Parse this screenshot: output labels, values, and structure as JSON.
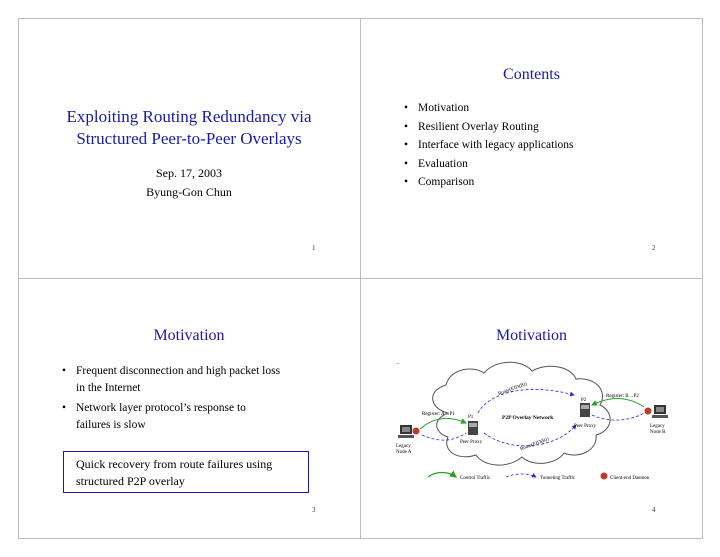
{
  "slide1": {
    "title_line1": "Exploiting Routing Redundancy via",
    "title_line2": "Structured Peer-to-Peer Overlays",
    "date": "Sep. 17, 2003",
    "author": "Byung-Gon Chun",
    "page": "1"
  },
  "slide2": {
    "title": "Contents",
    "items": [
      "Motivation",
      "Resilient Overlay Routing",
      "Interface with legacy applications",
      "Evaluation",
      "Comparison"
    ],
    "page": "2"
  },
  "slide3": {
    "title": "Motivation",
    "bullets": [
      {
        "line1": "Frequent disconnection and high packet loss",
        "line2": "in the Internet"
      },
      {
        "line1": "Network layer protocol’s response to",
        "line2": "failures is slow"
      }
    ],
    "callout_line1": "Quick recovery from route failures using",
    "callout_line2": "structured P2P overlay",
    "page": "3"
  },
  "slide4": {
    "title": "Motivation",
    "diagram": {
      "dash_mark": "–",
      "route_label_top": "Route(EID(B))",
      "route_label_bottom": "Route(EID(B))",
      "region_right": "Register: B→P2",
      "region_left": "Register: A→P1",
      "network_label": "P2P Overlay Network",
      "p1_label": "P1",
      "p2_label": "P2",
      "peer_proxy_left": "Peer Proxy",
      "peer_proxy_right": "Peer Proxy",
      "legacy_a_line1": "Legacy",
      "legacy_a_line2": "Node A",
      "legacy_b_line1": "Legacy",
      "legacy_b_line2": "Node B",
      "legend_control": "Control Traffic",
      "legend_tunnel": "Tunneling Traffic",
      "legend_client": "Client-end Daemon",
      "colors": {
        "control": "#2aa02a",
        "tunnel": "#2a2ad0",
        "daemon": "#c0392b",
        "cloud": "#555555"
      }
    },
    "page": "4"
  }
}
